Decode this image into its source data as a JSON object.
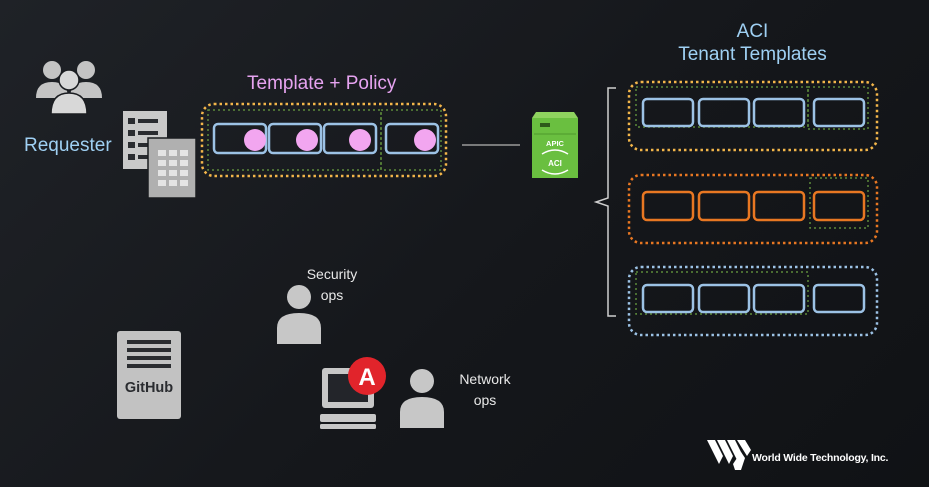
{
  "requester": {
    "label": "Requester"
  },
  "template": {
    "title": "Template + Policy"
  },
  "apic": {
    "top_label": "APIC",
    "inner_label": "ACI"
  },
  "aci": {
    "title_line1": "ACI",
    "title_line2": "Tenant Templates"
  },
  "security_ops": {
    "line1": "Security",
    "line2": "ops"
  },
  "network_ops": {
    "line1": "Network",
    "line2": "ops"
  },
  "github": {
    "label": "GitHub"
  },
  "ansible": {
    "letter": "A"
  },
  "logo": {
    "company": "World Wide Technology, Inc."
  },
  "colors": {
    "background": "#181a1e",
    "light_blue": "#9fd0f3",
    "pink": "#e6a3f0",
    "yellow": "#f3b64a",
    "orange": "#e87722",
    "pale_blue": "#9cc2e5",
    "green_dashed": "#5c8a3a",
    "apic_green": "#6abf40",
    "ansible_red": "#e1242b"
  },
  "icons": [
    "people-group-icon",
    "documents-icon",
    "person-icon",
    "computer-icon",
    "ansible-icon",
    "github-icon",
    "apic-controller-icon",
    "wwt-logo"
  ]
}
